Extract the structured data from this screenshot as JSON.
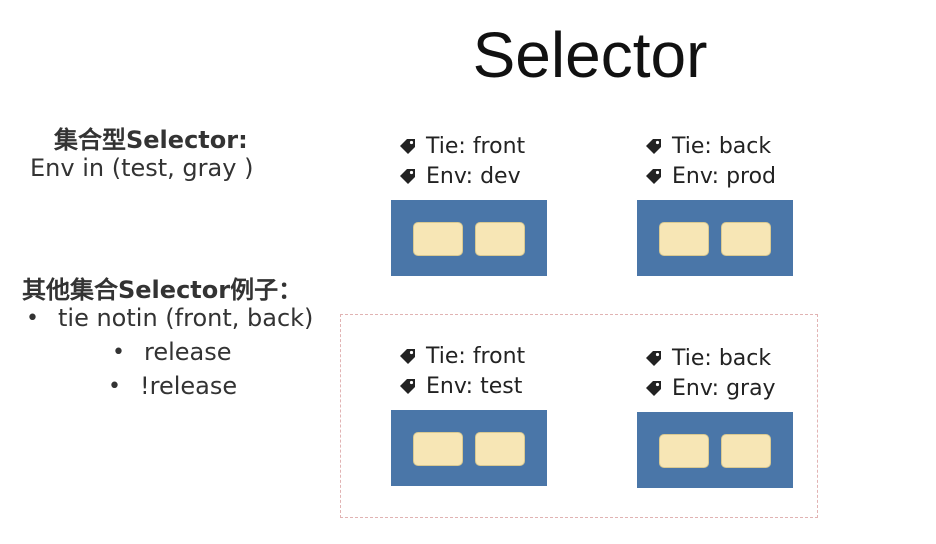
{
  "title": "Selector",
  "set_selector": {
    "heading": "集合型Selector:",
    "expression": "Env in (test, gray )"
  },
  "other_examples": {
    "heading": "其他集合Selector例子：",
    "items": [
      {
        "bullet": "•",
        "text": "tie notin (front, back)"
      },
      {
        "bullet": "•",
        "text": "release"
      },
      {
        "bullet": "•",
        "text": "!release"
      }
    ]
  },
  "groups": [
    {
      "tie": "Tie: front",
      "env": "Env: dev"
    },
    {
      "tie": "Tie: back",
      "env": "Env: prod"
    },
    {
      "tie": "Tie: front",
      "env": "Env: test"
    },
    {
      "tie": "Tie: back",
      "env": "Env: gray"
    }
  ],
  "colors": {
    "node_fill": "#4a76a8",
    "pod_fill": "#f7e6b5",
    "dashed_border": "#e1b3b3"
  },
  "icons": {
    "label_icon": "tag-icon"
  }
}
